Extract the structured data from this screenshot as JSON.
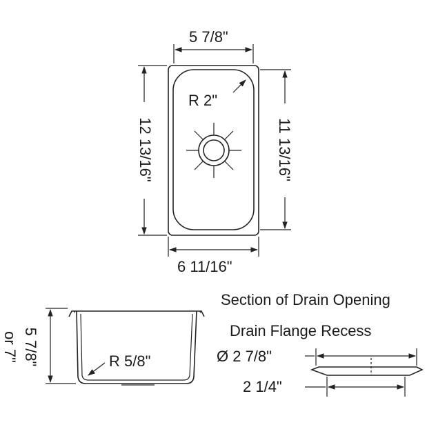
{
  "top_view": {
    "width_inner": "5 7/8\"",
    "corner_radius": "R 2\"",
    "outer_length": "12 13/16\"",
    "inner_length": "11 13/16\"",
    "outer_width": "6 11/16\""
  },
  "side_view": {
    "depth": "5 7/8\"",
    "depth_alt": "or 7\"",
    "bottom_radius": "R 5/8\""
  },
  "drain_section": {
    "title": "Section of Drain Opening",
    "subtitle": "Drain Flange Recess",
    "flange_diameter": "Ø  2 7/8\"",
    "opening_diameter": "2 1/4\""
  },
  "colors": {
    "line": "#222222",
    "text": "#1a1a1a"
  }
}
